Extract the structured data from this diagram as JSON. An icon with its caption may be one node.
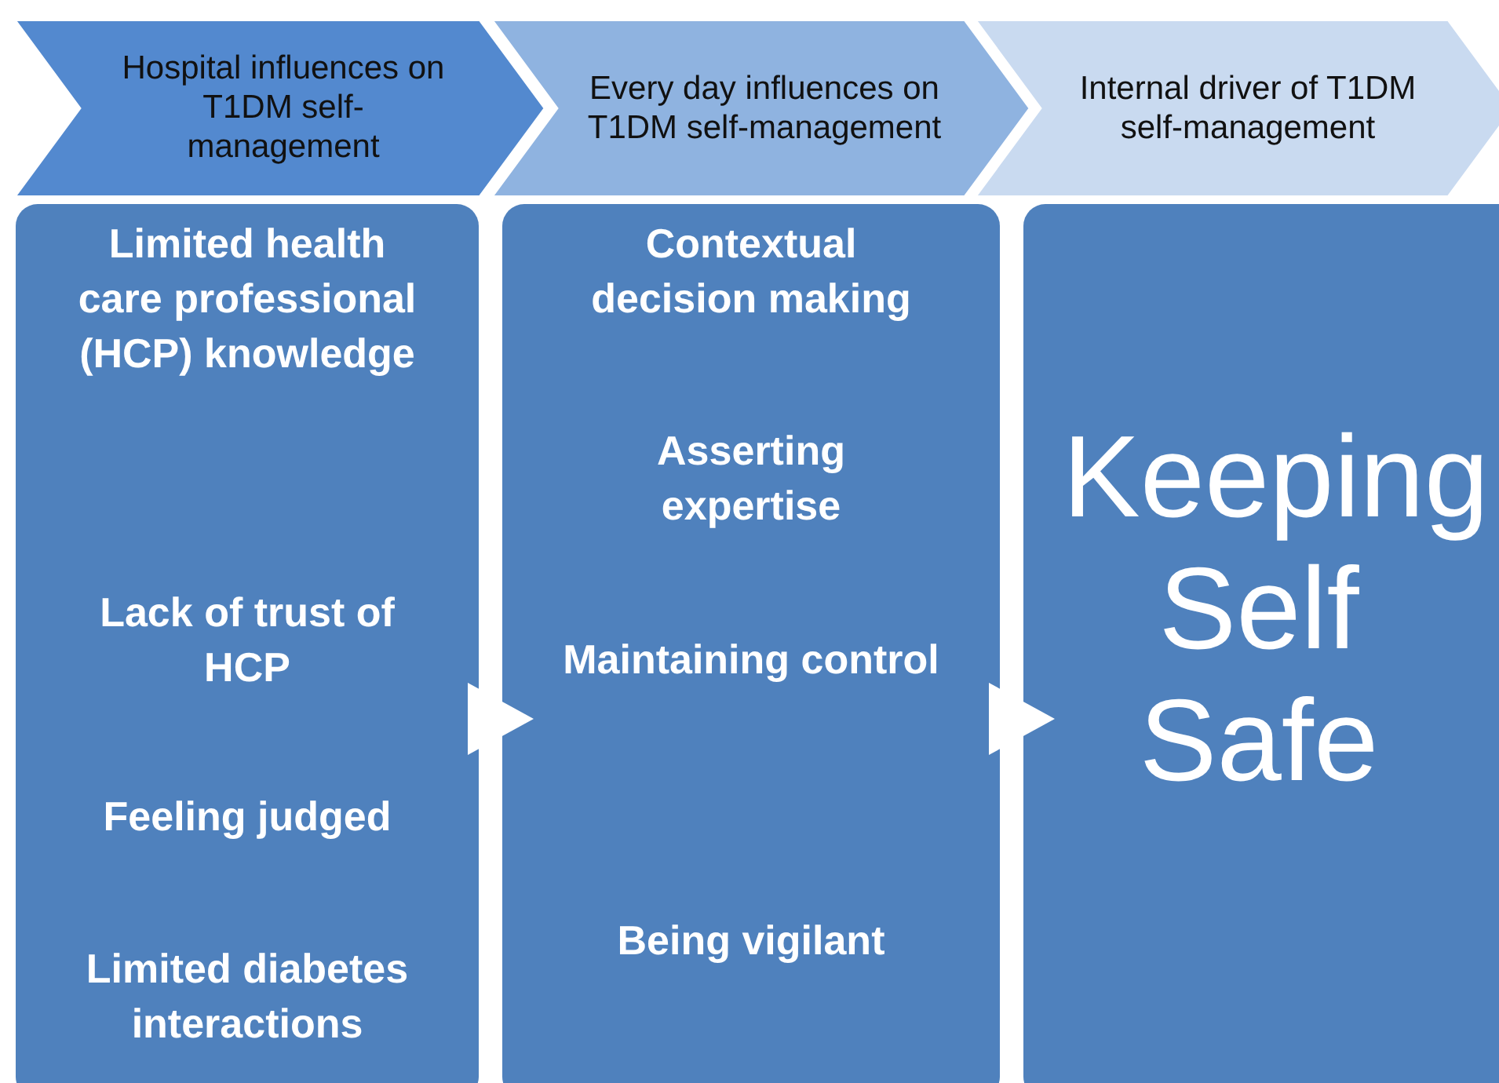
{
  "diagram": {
    "nodes": [
      {
        "text": [
          "Hospital influences on T1DM self-management"
        ]
      },
      {
        "text": [
          "Every day influences on T1DM self-management"
        ]
      },
      {
        "text": [
          "Internal driver of T1DM self-management"
        ]
      },
      {
        "text": [
          "Limited health care professional (HCP) knowledge",
          "Lack of trust of HCP",
          "Feeling judged",
          "Limited diabetes interactions"
        ]
      },
      {
        "text": [
          "Contextual decision making",
          "Asserting expertise",
          "Maintaining control",
          "Being vigilant"
        ]
      },
      {
        "text": [
          "Keeping Self Safe"
        ]
      }
    ],
    "edges": [
      {
        "from": 3,
        "to": 4,
        "arrow": "to"
      },
      {
        "from": 4,
        "to": 5,
        "arrow": "to"
      }
    ]
  }
}
